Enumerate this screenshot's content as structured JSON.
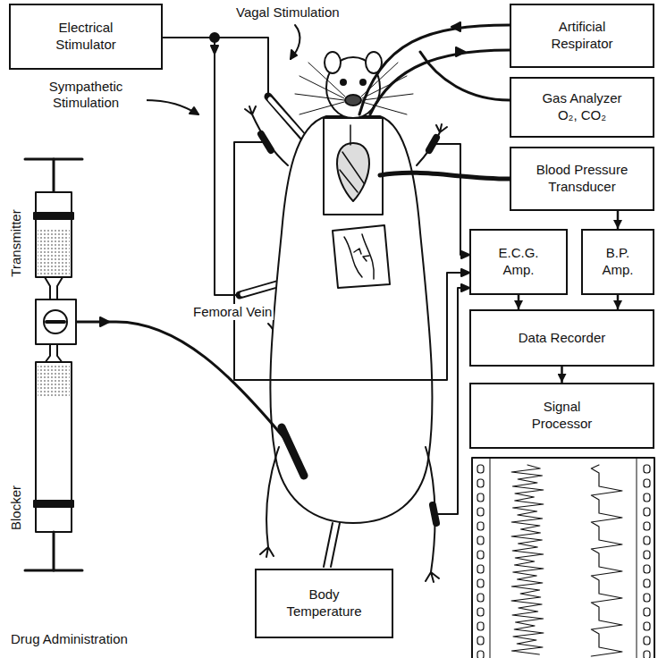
{
  "diagram": {
    "nodes": [
      {
        "text": [
          "Electrical Stimulator"
        ]
      },
      {
        "text": [
          "Artificial Respirator"
        ]
      },
      {
        "text": [
          "Gas Analyzer O₂, CO₂"
        ]
      },
      {
        "text": [
          "Blood Pressure Transducer"
        ]
      },
      {
        "text": [
          "E.C.G. Amp."
        ]
      },
      {
        "text": [
          "B.P. Amp."
        ]
      },
      {
        "text": [
          "Data Recorder"
        ]
      },
      {
        "text": [
          "Signal Processor"
        ]
      },
      {
        "text": [
          "Body Temperature"
        ]
      }
    ],
    "edges": [
      {
        "from": 3,
        "to": 5,
        "arrow": "to"
      },
      {
        "from": 4,
        "to": 6,
        "arrow": "to"
      },
      {
        "from": 5,
        "to": 6,
        "arrow": "to"
      },
      {
        "from": 6,
        "to": 7,
        "arrow": "to"
      }
    ],
    "labels": [
      "Vagal Stimulation",
      "Sympathetic Stimulation",
      "Transmitter",
      "Femoral Vein",
      "Blocker",
      "Drug Administration"
    ]
  }
}
